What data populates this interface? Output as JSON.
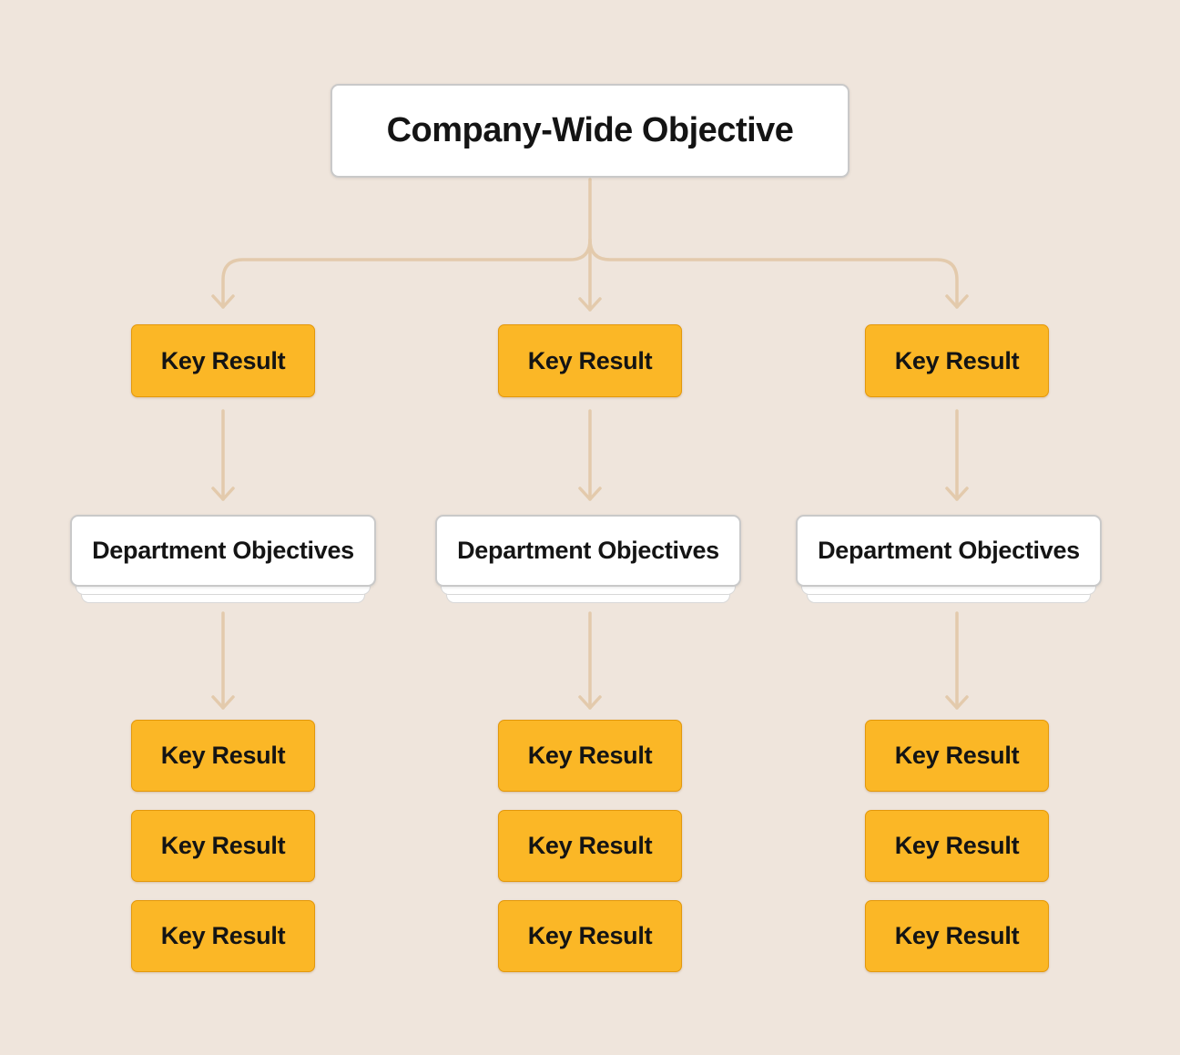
{
  "diagram": {
    "root_label": "Company-Wide Objective",
    "columns": [
      {
        "key_result": "Key Result",
        "department": "Department Objectives",
        "sub_key_results": [
          "Key Result",
          "Key Result",
          "Key Result"
        ]
      },
      {
        "key_result": "Key Result",
        "department": "Department Objectives",
        "sub_key_results": [
          "Key Result",
          "Key Result",
          "Key Result"
        ]
      },
      {
        "key_result": "Key Result",
        "department": "Department Objectives",
        "sub_key_results": [
          "Key Result",
          "Key Result",
          "Key Result"
        ]
      }
    ]
  },
  "colors": {
    "bg": "#EFE5DC",
    "line": "#E3CAAC",
    "orangefill": "#FBB726",
    "orangeborder": "#E3980B",
    "whitefill": "#FFFFFF",
    "whiteborder": "#C9C9C9",
    "text": "#141414"
  }
}
